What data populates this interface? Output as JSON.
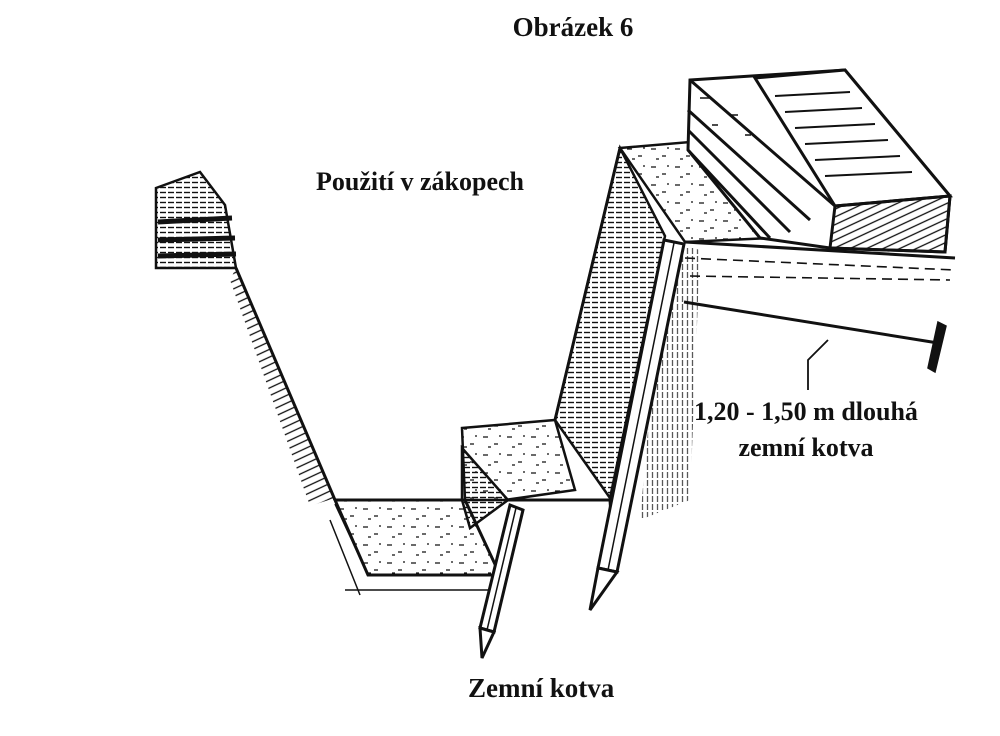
{
  "title": "Obrázek 6",
  "labels": {
    "usage": "Použití v zákopech",
    "long_anchor_line1": "1,20 - 1,50 m dlouhá",
    "long_anchor_line2": "zemní kotva",
    "anchor": "Zemní kotva"
  },
  "colors": {
    "ink": "#111111",
    "paper": "#ffffff"
  }
}
